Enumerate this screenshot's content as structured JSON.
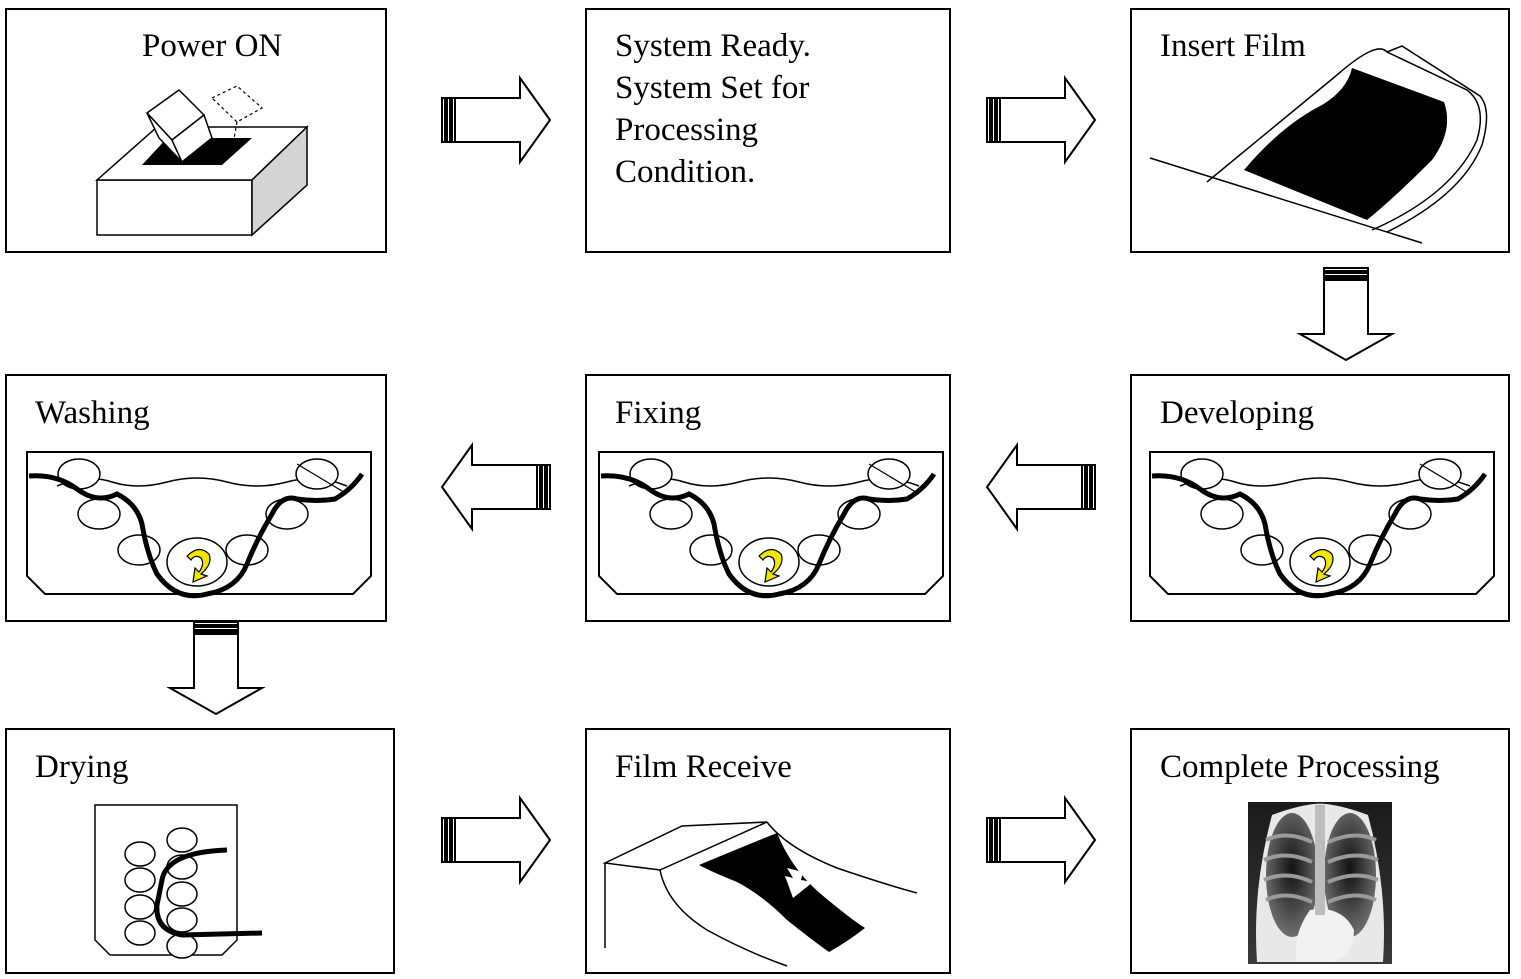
{
  "diagram": {
    "steps": {
      "power_on": "Power ON",
      "system_ready": "System Ready.\nSystem Set for\nProcessing\nCondition.",
      "insert_film": "Insert Film",
      "washing": "Washing",
      "fixing": "Fixing",
      "developing": "Developing",
      "drying": "Drying",
      "film_receive": "Film Receive",
      "complete_processing": "Complete Processing"
    },
    "colors": {
      "rotation_arrow": "#f2e600",
      "box_side_shade": "#d3d3d3",
      "film": "#000000"
    }
  }
}
